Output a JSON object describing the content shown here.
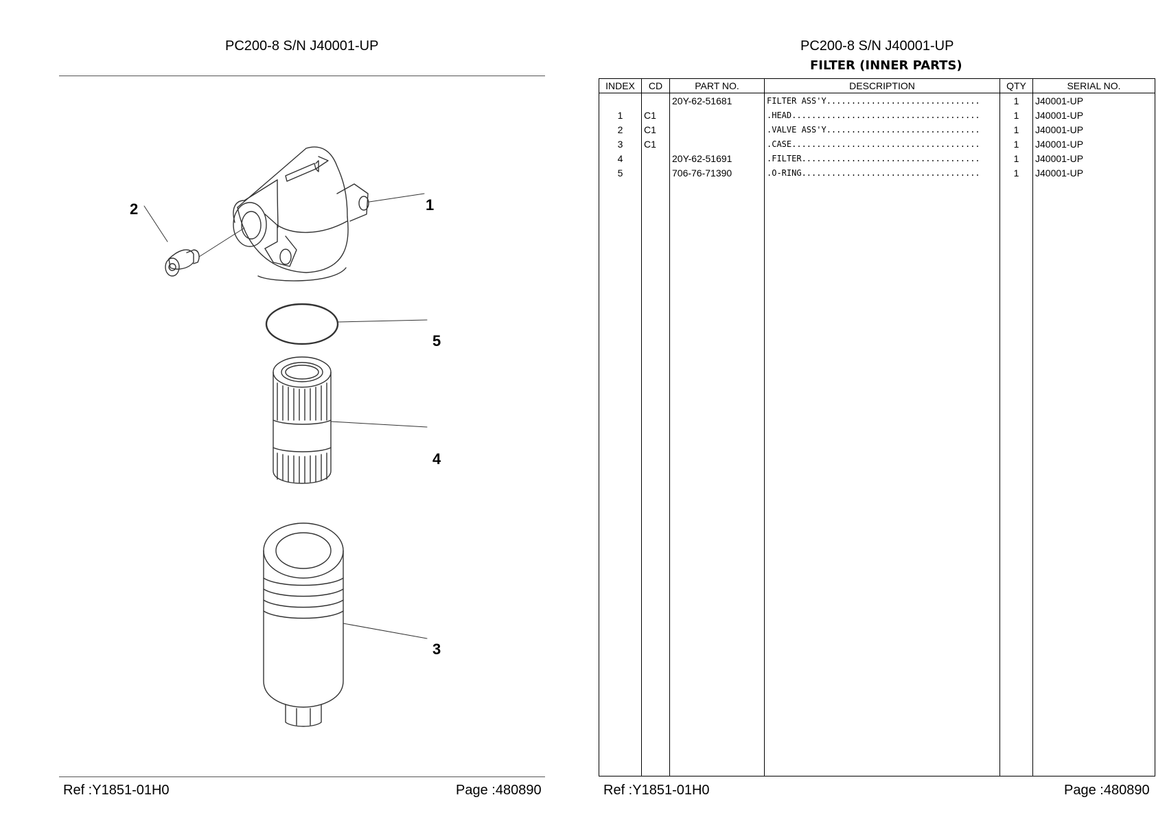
{
  "left_page": {
    "header": "PC200-8 S/N J40001-UP",
    "callouts": [
      "1",
      "2",
      "3",
      "4",
      "5"
    ],
    "footer": {
      "ref": "Ref :Y1851-01H0",
      "page": "Page :480890"
    }
  },
  "right_page": {
    "header": "PC200-8 S/N J40001-UP",
    "section_title": "FILTER (INNER PARTS)",
    "columns": [
      "INDEX",
      "CD",
      "PART NO.",
      "DESCRIPTION",
      "QTY",
      "SERIAL NO."
    ],
    "rows": [
      {
        "index": "",
        "cd": "",
        "part_no": "20Y-62-51681",
        "description": "FILTER ASS'Y...............................",
        "qty": "1",
        "serial": "J40001-UP"
      },
      {
        "index": "1",
        "cd": "C1",
        "part_no": "",
        "description": ".HEAD......................................",
        "qty": "1",
        "serial": "J40001-UP"
      },
      {
        "index": "2",
        "cd": "C1",
        "part_no": "",
        "description": ".VALVE ASS'Y...............................",
        "qty": "1",
        "serial": "J40001-UP"
      },
      {
        "index": "3",
        "cd": "C1",
        "part_no": "",
        "description": ".CASE......................................",
        "qty": "1",
        "serial": "J40001-UP"
      },
      {
        "index": "4",
        "cd": "",
        "part_no": "20Y-62-51691",
        "description": ".FILTER....................................",
        "qty": "1",
        "serial": "J40001-UP"
      },
      {
        "index": "5",
        "cd": "",
        "part_no": "706-76-71390",
        "description": ".O-RING....................................",
        "qty": "1",
        "serial": "J40001-UP"
      }
    ],
    "footer": {
      "ref": "Ref :Y1851-01H0",
      "page": "Page :480890"
    }
  }
}
